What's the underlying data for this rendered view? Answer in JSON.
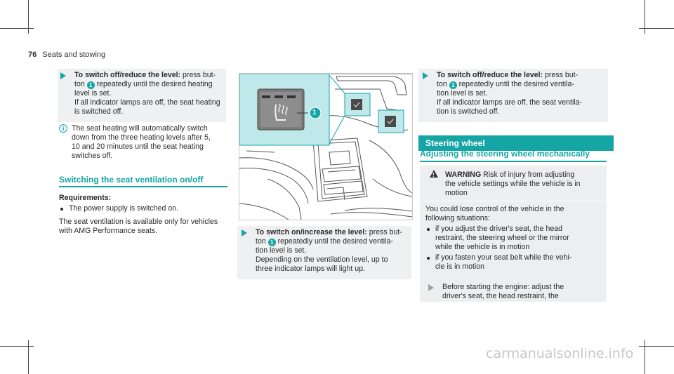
{
  "header": {
    "page_number": "76",
    "section": "Seats and stowing"
  },
  "col1": {
    "step1": {
      "title": "To switch off/reduce the level:",
      "line1_rest": " press but-",
      "line2a": "ton ",
      "badge": "1",
      "line2b": " repeatedly until the desired heating",
      "line3": "level is set.",
      "line4": "If all indicator lamps are off, the seat heating",
      "line5": "is switched off."
    },
    "note": {
      "icon": "i",
      "lines": [
        "The seat heating will automatically switch",
        "down from the three heating levels after 5,",
        "10 and 20 minutes until the seat heating",
        "switches off."
      ]
    },
    "ventilation": {
      "title": "Switching the seat ventilation on/off",
      "requirements_label": "Requirements:",
      "bullet": "The power supply is switched on.",
      "para_lines": [
        "The seat ventilation is available only for vehicles",
        "with AMG Performance seats."
      ]
    }
  },
  "col2": {
    "figure": {
      "callout": "1"
    },
    "step": {
      "title": "To switch on/increase the level:",
      "line1_rest": " press but-",
      "line2a": "ton ",
      "badge": "1",
      "line2b": " repeatedly until the desired ventila-",
      "line3": "tion level is set.",
      "line4": "Depending on the ventilation level, up to",
      "line5": "three indicator lamps will light up."
    }
  },
  "col3": {
    "step": {
      "title": "To switch off/reduce the level:",
      "line1_rest": " press but-",
      "line2a": "ton ",
      "badge": "1",
      "line2b": " repeatedly until the desired ventila-",
      "line3": "tion level is set.",
      "line4": "If all indicator lamps are off, the seat ventila-",
      "line5": "tion is switched off."
    },
    "steering_bar": "Steering wheel",
    "adjust_title": "Adjusting the steering wheel mechanically",
    "warning": {
      "label": "WARNING",
      "head_rest": " Risk of injury from adjusting",
      "head_lines": [
        "the vehicle settings while the vehicle is in",
        "motion"
      ],
      "body": "You could lose control of the vehicle in the",
      "body2": "following situations:",
      "bullets": [
        [
          "if you adjust the driver's seat, the head",
          "restraint, the steering wheel or the mirror",
          "while the vehicle is in motion"
        ],
        [
          "if you fasten your seat belt while the vehi-",
          "cle is in motion"
        ]
      ],
      "step_lines": [
        "Before starting the engine: adjust the",
        "driver's seat, the head restraint, the"
      ]
    }
  },
  "watermark": "carmanualsonline.info",
  "colors": {
    "accent": "#16a5a5",
    "figure_highlight": "#bfe8ea"
  }
}
